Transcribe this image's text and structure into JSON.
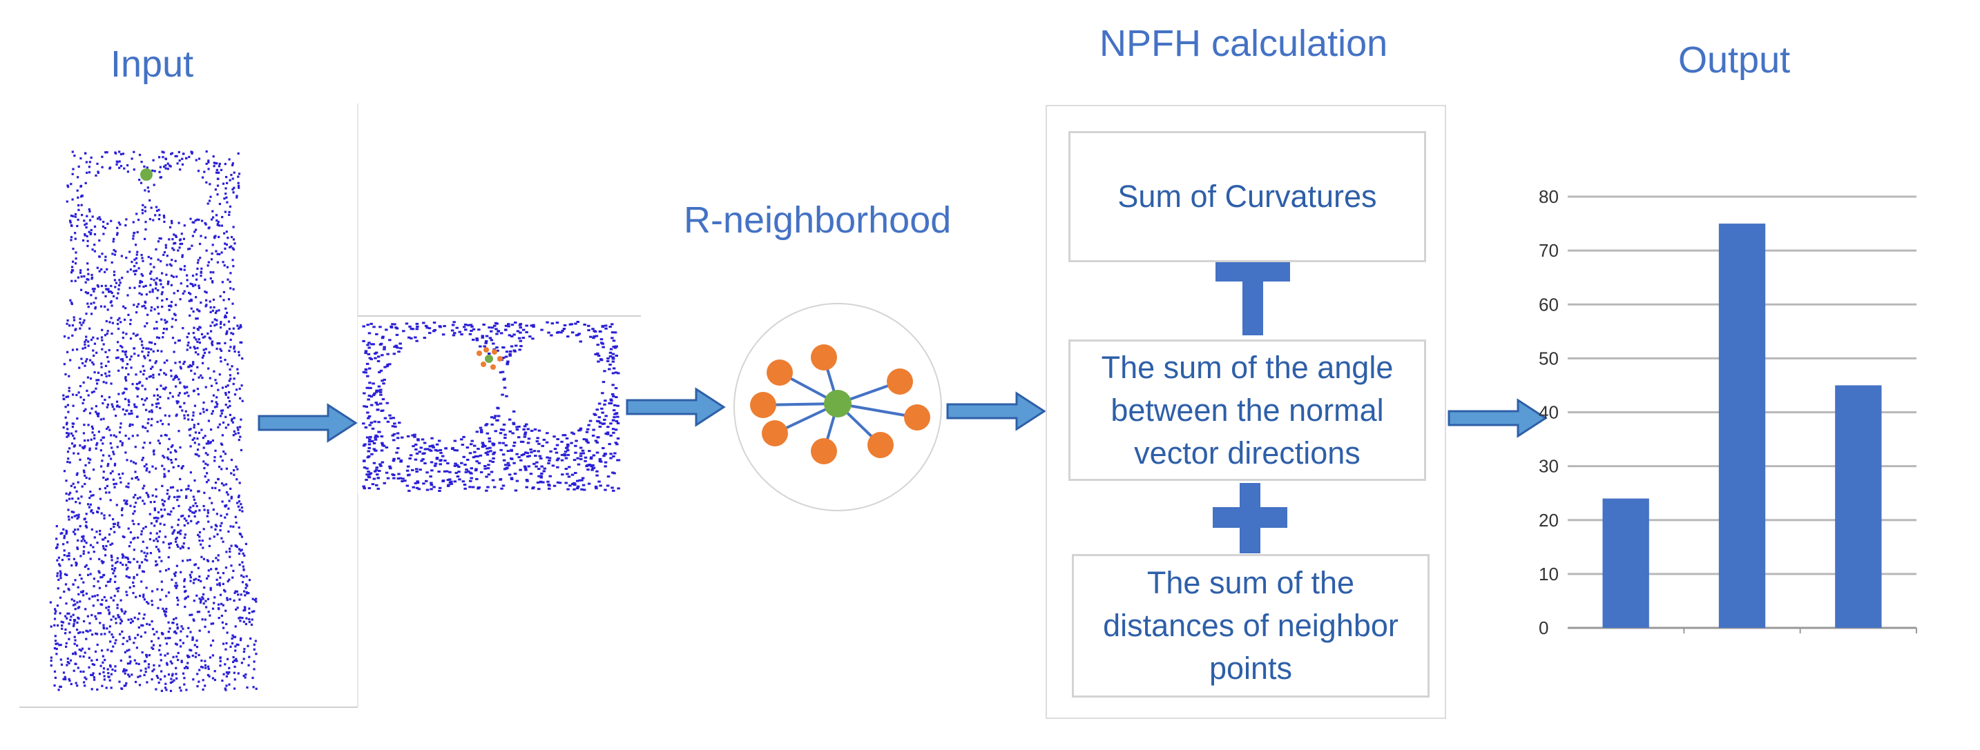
{
  "titles": {
    "input": "Input",
    "neighborhood": "R-neighborhood",
    "npfh": "NPFH calculation",
    "output": "Output"
  },
  "npfh_steps": [
    "Sum of Curvatures",
    "The sum of the angle between the normal vector directions",
    "The sum of the distances of neighbor points"
  ],
  "colors": {
    "accent_text": "#4472c4",
    "point_cloud": "#2a1fd6",
    "arrow_fill": "#5b9bd5",
    "arrow_stroke": "#2e5fa8",
    "plus": "#4472c4",
    "neighbor_node": "#ed7d31",
    "center_node": "#70ad47",
    "bar": "#4472c4"
  },
  "icons": [
    "arrow-right-icon",
    "plus-icon"
  ],
  "chart_data": {
    "type": "bar",
    "categories": [
      "",
      "",
      ""
    ],
    "values": [
      24,
      75,
      45
    ],
    "ylim": [
      0,
      80
    ],
    "yticks": [
      0,
      10,
      20,
      30,
      40,
      50,
      60,
      70,
      80
    ],
    "grid": true,
    "title": "",
    "xlabel": "",
    "ylabel": ""
  }
}
